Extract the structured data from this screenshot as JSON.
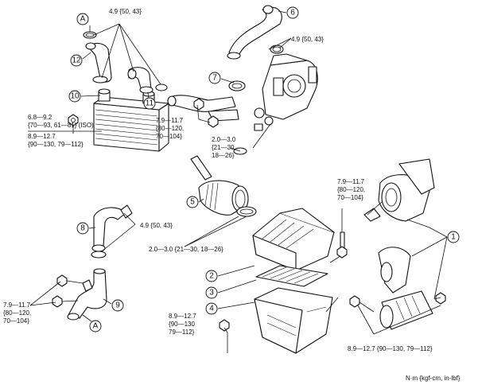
{
  "callouts": {
    "c1": "1",
    "c2": "2",
    "c3": "3",
    "c4": "4",
    "c5": "5",
    "c6": "6",
    "c7": "7",
    "c8": "8",
    "c9": "9",
    "c10": "10",
    "c11": "11",
    "c12": "12",
    "a_top": "A",
    "a_bottom": "A"
  },
  "torque": {
    "t_top_left": "4.9 {50, 43}",
    "t_top_right": "4.9 {50, 43}",
    "t_mid_right": "4.9 {50, 43}",
    "t_cooler_1": "6.8—9.2",
    "t_cooler_2": "{70—93, 61—81} (ISO)",
    "t_cooler_3": "8.9—12.7",
    "t_cooler_4": "{90—130, 79—112}",
    "t_bracket_1": "7.9—11.7",
    "t_bracket_2": "{80—120,",
    "t_bracket_3": "70—104}",
    "t_clamp_1": "2.0—3.0",
    "t_clamp_2": "{21—30,",
    "t_clamp_3": "18—26}",
    "t_duct_clamp": "2.0—3.0 {21—30, 18—26}",
    "t_cleaner_bolt_1": "7.9—11.7",
    "t_cleaner_bolt_2": "{80—120,",
    "t_cleaner_bolt_3": "70—104}",
    "t_lower_left_1": "7.9—11.7",
    "t_lower_left_2": "{80—120,",
    "t_lower_left_3": "70—104}",
    "t_case_1": "8.9—12.7",
    "t_case_2": "{90—130",
    "t_case_3": "79—112}",
    "t_bottom_right": "8.9—12.7 {90—130, 79—112}"
  },
  "units": "N·m {kgf-cm, in-lbf}"
}
